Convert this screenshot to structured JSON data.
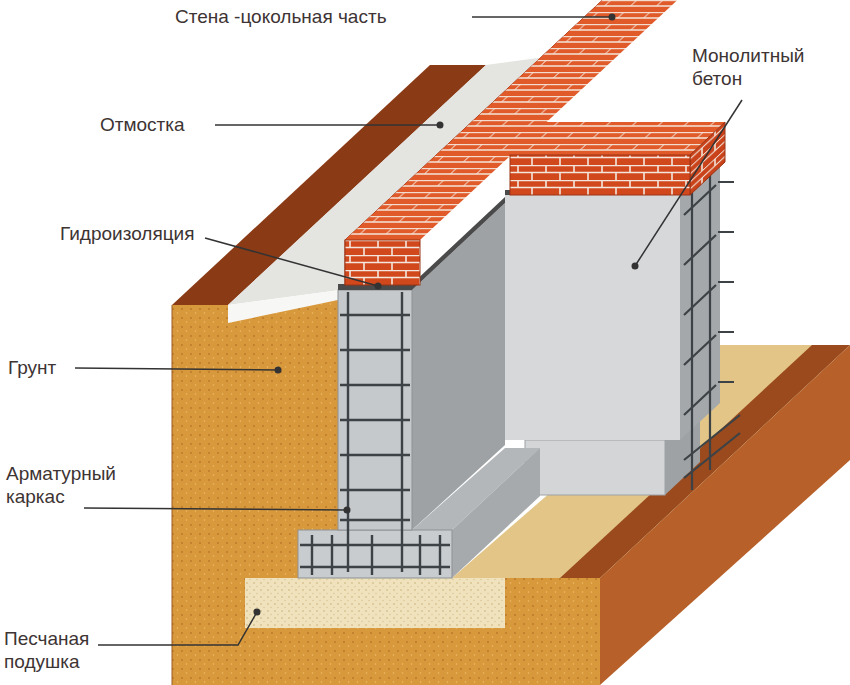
{
  "diagram": {
    "labels": [
      "Стена -цокольная часть",
      "Монолитный бетон",
      "Отмостка",
      "Гидроизоляция",
      "Грунт",
      "Арматурный каркас",
      "Песчаная подушка"
    ]
  }
}
